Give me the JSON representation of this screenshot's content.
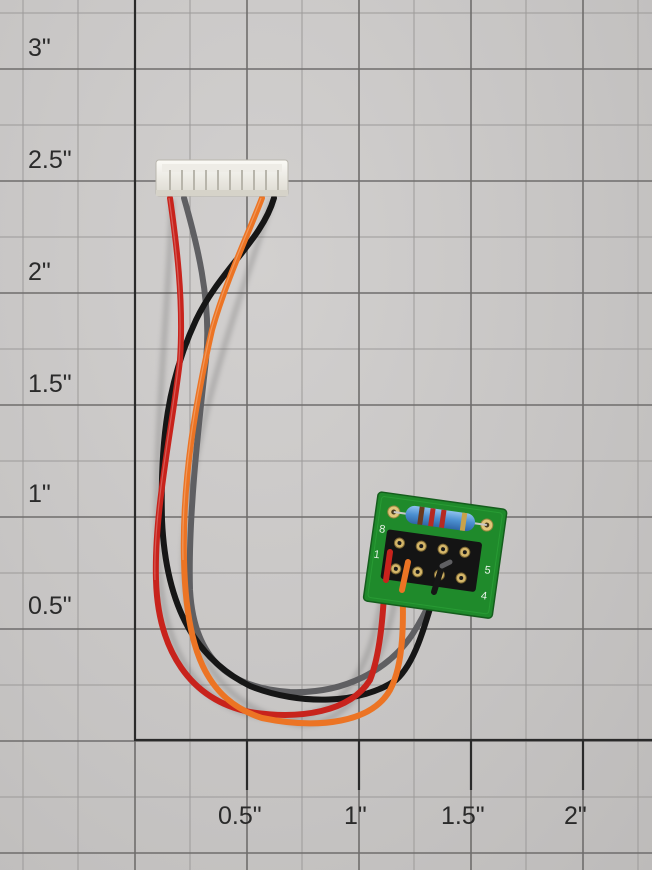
{
  "scale_labels": {
    "y": [
      "3\"",
      "2.5\"",
      "2\"",
      "1.5\"",
      "1\"",
      "0.5\""
    ],
    "x": [
      "0.5\"",
      "1\"",
      "1.5\"",
      "2\""
    ]
  },
  "pcb": {
    "pin_labels": {
      "top_left": "8",
      "left": "1",
      "right": "5",
      "bottom_right": "4"
    }
  },
  "wire_colors": {
    "red": "#c8231c",
    "gray": "#5f5f62",
    "orange": "#ec7424",
    "black": "#161616"
  },
  "board_color": "#1f8a2b"
}
